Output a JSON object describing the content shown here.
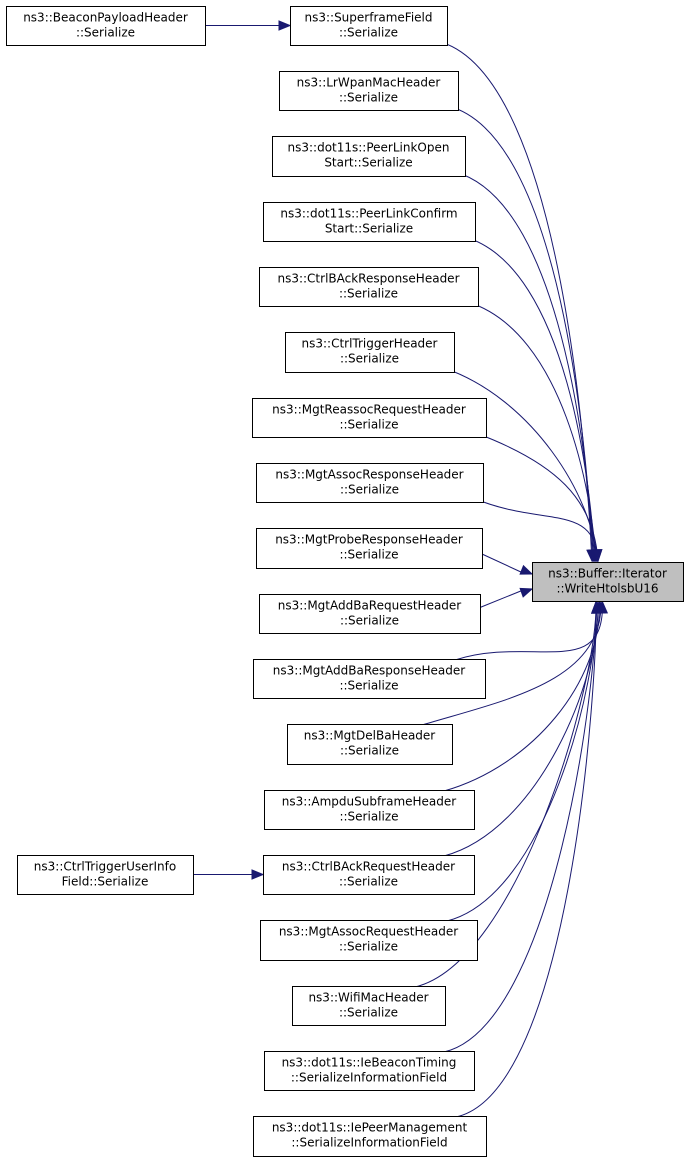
{
  "target": {
    "lines": [
      "ns3::Buffer::Iterator",
      "::WriteHtolsbU16"
    ]
  },
  "callers": [
    {
      "id": "superframe",
      "lines": [
        "ns3::SuperframeField",
        "::Serialize"
      ]
    },
    {
      "id": "lrwpan",
      "lines": [
        "ns3::LrWpanMacHeader",
        "::Serialize"
      ]
    },
    {
      "id": "peerlinkopen",
      "lines": [
        "ns3::dot11s::PeerLinkOpen",
        "Start::Serialize"
      ]
    },
    {
      "id": "peerlinkconfirm",
      "lines": [
        "ns3::dot11s::PeerLinkConfirm",
        "Start::Serialize"
      ]
    },
    {
      "id": "ctrlbackresponse",
      "lines": [
        "ns3::CtrlBAckResponseHeader",
        "::Serialize"
      ]
    },
    {
      "id": "ctrltrigger",
      "lines": [
        "ns3::CtrlTriggerHeader",
        "::Serialize"
      ]
    },
    {
      "id": "mgtreassocrequest",
      "lines": [
        "ns3::MgtReassocRequestHeader",
        "::Serialize"
      ]
    },
    {
      "id": "mgtassocresponse",
      "lines": [
        "ns3::MgtAssocResponseHeader",
        "::Serialize"
      ]
    },
    {
      "id": "mgtproberesponse",
      "lines": [
        "ns3::MgtProbeResponseHeader",
        "::Serialize"
      ]
    },
    {
      "id": "mgtaddbarequest",
      "lines": [
        "ns3::MgtAddBaRequestHeader",
        "::Serialize"
      ]
    },
    {
      "id": "mgtaddbaresponse",
      "lines": [
        "ns3::MgtAddBaResponseHeader",
        "::Serialize"
      ]
    },
    {
      "id": "mgtdelba",
      "lines": [
        "ns3::MgtDelBaHeader",
        "::Serialize"
      ]
    },
    {
      "id": "ampdusubframe",
      "lines": [
        "ns3::AmpduSubframeHeader",
        "::Serialize"
      ]
    },
    {
      "id": "ctrlbackrequest",
      "lines": [
        "ns3::CtrlBAckRequestHeader",
        "::Serialize"
      ]
    },
    {
      "id": "mgtassocrequest",
      "lines": [
        "ns3::MgtAssocRequestHeader",
        "::Serialize"
      ]
    },
    {
      "id": "wifimac",
      "lines": [
        "ns3::WifiMacHeader",
        "::Serialize"
      ]
    },
    {
      "id": "iebeacontiming",
      "lines": [
        "ns3::dot11s::IeBeaconTiming",
        "::SerializeInformationField"
      ]
    },
    {
      "id": "iepeermanagement",
      "lines": [
        "ns3::dot11s::IePeerManagement",
        "::SerializeInformationField"
      ]
    }
  ],
  "second_level": [
    {
      "id": "beaconpayload",
      "lines": [
        "ns3::BeaconPayloadHeader",
        "::Serialize"
      ],
      "calls": "superframe"
    },
    {
      "id": "ctrltriggeruserinfo",
      "lines": [
        "ns3::CtrlTriggerUserInfo",
        "Field::Serialize"
      ],
      "calls": "ctrlbackrequest"
    }
  ],
  "colors": {
    "edge": "#191970",
    "node_border": "#000000",
    "target_fill": "#bfbfbf",
    "node_fill": "#ffffff"
  }
}
